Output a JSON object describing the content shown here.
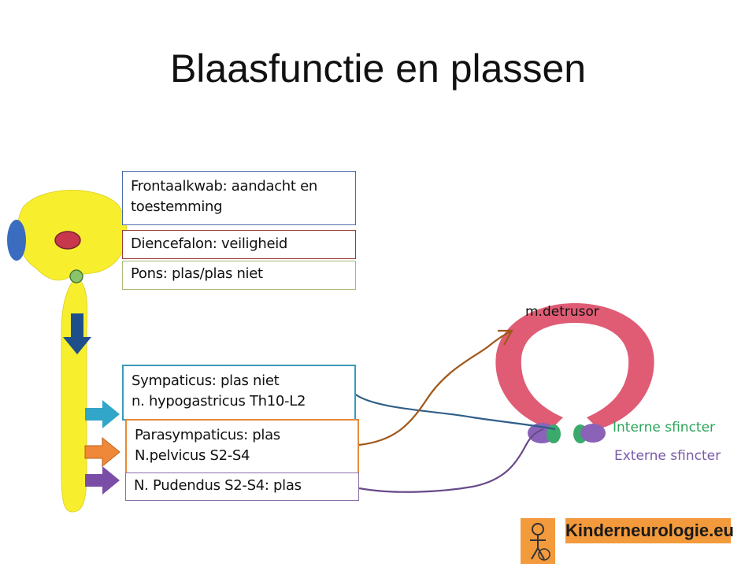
{
  "title": "Blaasfunctie en plassen",
  "boxes": {
    "frontal": [
      "Frontaalkwab: aandacht en",
      "toestemming"
    ],
    "diencephalon": [
      "Diencefalon: veiligheid"
    ],
    "pons": [
      "Pons: plas/plas niet"
    ],
    "sympathetic": [
      "Sympaticus: plas niet",
      "n. hypogastricus Th10-L2"
    ],
    "parasympathetic": [
      "Parasympaticus: plas",
      "N.pelvicus S2-S4"
    ],
    "pudendal": [
      "N. Pudendus S2-S4: plas"
    ]
  },
  "bladder_labels": {
    "detrusor": "m.detrusor",
    "internal": "Interne sfincter",
    "external": "Externe sfincter"
  },
  "logo_text": "Kinderneurologie.eu",
  "colors": {
    "brain": "#f7ef2e",
    "sympathetic": "#31a6c8",
    "parasympathetic": "#f0883a",
    "pudendal": "#7a4ea6",
    "internal_sphincter": "#3aaa6a",
    "external_sphincter": "#8a63b8",
    "bladder": "#d9405c",
    "down_arrow": "#1f4f8a"
  }
}
